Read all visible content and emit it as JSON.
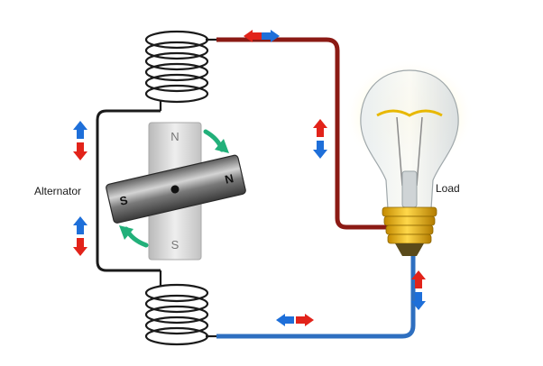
{
  "labels": {
    "alternator": "Alternator",
    "load": "Load"
  },
  "magnet": {
    "stator_north": "N",
    "stator_south": "S",
    "rotor_north": "N",
    "rotor_south": "S"
  },
  "colors": {
    "positive_wire": "#8b1a14",
    "negative_wire": "#2e6fc0",
    "coil_wire": "#1a1a1a",
    "arrow_red": "#e2231a",
    "arrow_blue": "#1e6fd9",
    "rotation_arrow": "#22b07a",
    "bulb_glow": "#ffe066",
    "bulb_base": "#e8b40a"
  },
  "icons": {
    "current_arrows": "red-blue-double-arrow-icon",
    "rotation": "curved-rotation-arrow-icon",
    "bulb": "light-bulb-icon"
  }
}
